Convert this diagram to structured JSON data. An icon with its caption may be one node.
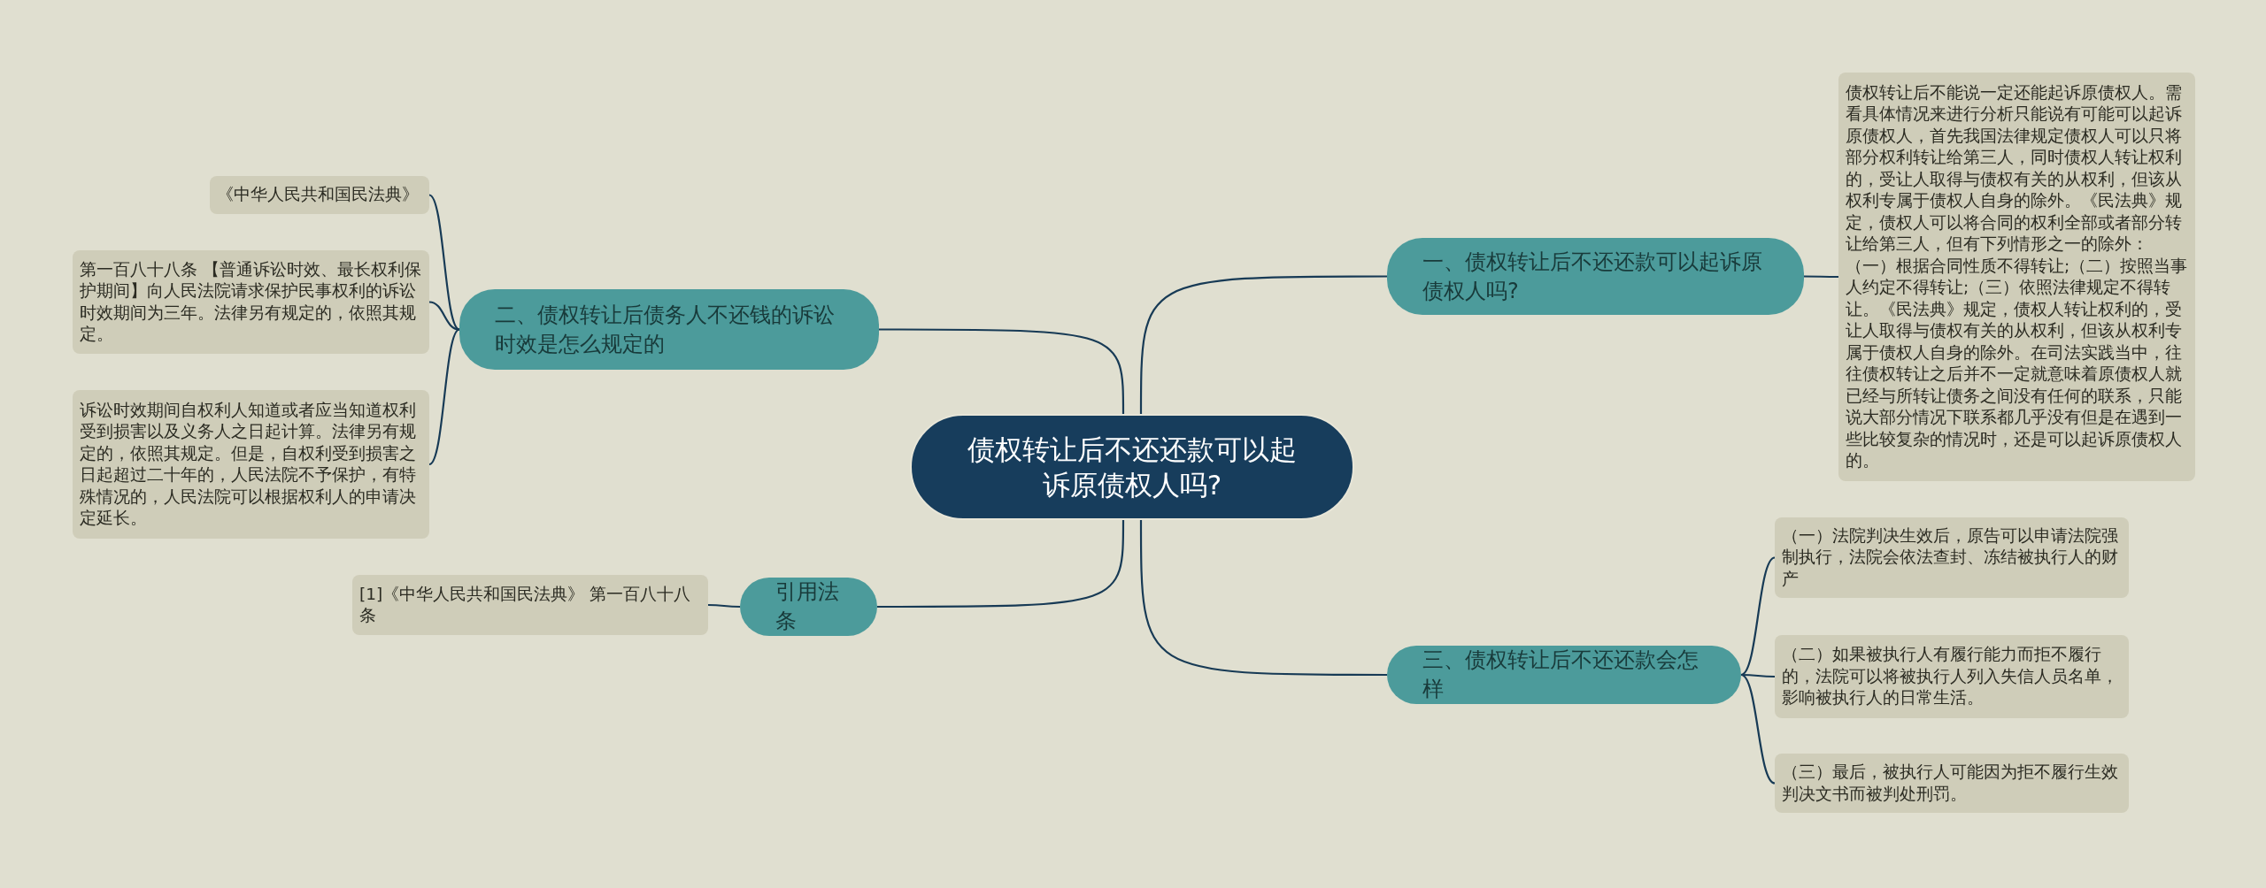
{
  "diagram": {
    "nodes": [
      {
        "text": [
          "债权转让后不还还款可以起诉原债权人吗?"
        ]
      },
      {
        "text": [
          "一、债权转让后不还还款可以起诉原债权人吗?"
        ]
      },
      {
        "text": [
          "债权转让后不能说一定还能起诉原债权人。需看具体情况来进行分析只能说有可能可以起诉原债权人，首先我国法律规定债权人可以只将部分权利转让给第三人，同时债权人转让权利的，受让人取得与债权有关的从权利，但该从权利专属于债权人自身的除外。《民法典》规定，债权人可以将合同的权利全部或者部分转让给第三人，但有下列情形之一的除外：（一）根据合同性质不得转让;（二）按照当事人约定不得转让;（三）依照法律规定不得转让。《民法典》规定，债权人转让权利的，受让人取得与债权有关的从权利，但该从权利专属于债权人自身的除外。在司法实践当中，往往债权转让之后并不一定就意味着原债权人就已经与所转让债务之间没有任何的联系，只能说大部分情况下联系都几乎没有但是在遇到一些比较复杂的情况时，还是可以起诉原债权人的。"
        ]
      },
      {
        "text": [
          "二、债权转让后债务人不还钱的诉讼时效是怎么规定的"
        ]
      },
      {
        "text": [
          "《中华人民共和国民法典》"
        ]
      },
      {
        "text": [
          "第一百八十八条 【普通诉讼时效、最长权利保护期间】向人民法院请求保护民事权利的诉讼时效期间为三年。法律另有规定的，依照其规定。"
        ]
      },
      {
        "text": [
          "诉讼时效期间自权利人知道或者应当知道权利受到损害以及义务人之日起计算。法律另有规定的，依照其规定。但是，自权利受到损害之日起超过二十年的，人民法院不予保护，有特殊情况的，人民法院可以根据权利人的申请决定延长。"
        ]
      },
      {
        "text": [
          "引用法条"
        ]
      },
      {
        "text": [
          "[1]《中华人民共和国民法典》 第一百八十八条"
        ]
      },
      {
        "text": [
          "三、债权转让后不还还款会怎样"
        ]
      },
      {
        "text": [
          "（一）法院判决生效后，原告可以申请法院强制执行，法院会依法查封、冻结被执行人的财产"
        ]
      },
      {
        "text": [
          "（二）如果被执行人有履行能力而拒不履行的，法院可以将被执行人列入失信人员名单，影响被执行人的日常生活。"
        ]
      },
      {
        "text": [
          "（三）最后，被执行人可能因为拒不履行生效判决文书而被判处刑罚。"
        ]
      }
    ],
    "edges": [
      {
        "from": 0,
        "to": 1,
        "arrow": "none"
      },
      {
        "from": 1,
        "to": 2,
        "arrow": "none"
      },
      {
        "from": 0,
        "to": 3,
        "arrow": "none"
      },
      {
        "from": 3,
        "to": 4,
        "arrow": "none"
      },
      {
        "from": 3,
        "to": 5,
        "arrow": "none"
      },
      {
        "from": 3,
        "to": 6,
        "arrow": "none"
      },
      {
        "from": 0,
        "to": 7,
        "arrow": "none"
      },
      {
        "from": 7,
        "to": 8,
        "arrow": "none"
      },
      {
        "from": 0,
        "to": 9,
        "arrow": "none"
      },
      {
        "from": 9,
        "to": 10,
        "arrow": "none"
      },
      {
        "from": 9,
        "to": 11,
        "arrow": "none"
      },
      {
        "from": 9,
        "to": 12,
        "arrow": "none"
      }
    ]
  }
}
